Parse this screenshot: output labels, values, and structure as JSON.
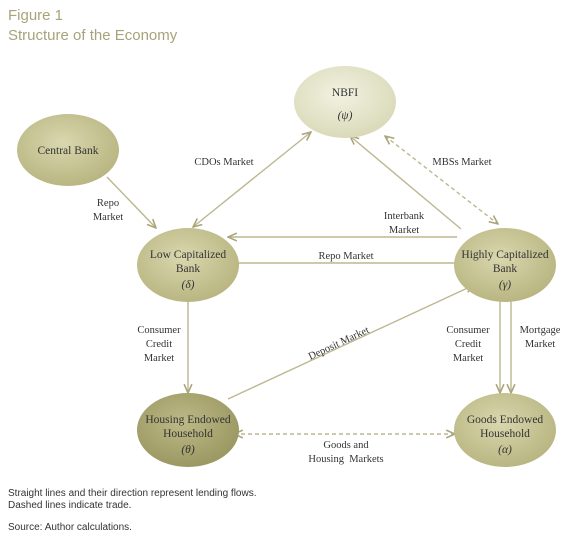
{
  "figure": {
    "label": "Figure 1",
    "title": "Structure of the Economy"
  },
  "nodes": {
    "nbfi": {
      "line1": "NBFI",
      "symbol": "(ψ)"
    },
    "central_bank": {
      "line1": "Central Bank"
    },
    "low_bank": {
      "line1": "Low Capitalized",
      "line2": "Bank",
      "symbol": "(δ)"
    },
    "high_bank": {
      "line1": "Highly Capitalized",
      "line2": "Bank",
      "symbol": "(γ)"
    },
    "housing_household": {
      "line1": "Housing Endowed",
      "line2": "Household",
      "symbol": "(θ)"
    },
    "goods_household": {
      "line1": "Goods Endowed",
      "line2": "Household",
      "symbol": "(α)"
    }
  },
  "edges": {
    "cdos": "CDOs Market",
    "mbss": "MBSs Market",
    "repo_cb": [
      "Repo",
      "Market"
    ],
    "interbank": [
      "Interbank",
      "Market"
    ],
    "repo_banks": "Repo Market",
    "consumer_low": [
      "Consumer",
      "Credit",
      "Market"
    ],
    "deposit": "Deposit Market",
    "consumer_high": [
      "Consumer",
      "Credit",
      "Market"
    ],
    "mortgage": [
      "Mortgage",
      "Market"
    ],
    "goods_housing": [
      "Goods and",
      "Housing  Markets"
    ]
  },
  "notes": {
    "line1": "Straight lines and their direction represent lending flows.",
    "line2": "Dashed lines indicate trade.",
    "source": "Source: Author calculations."
  },
  "colors": {
    "title": "#a8a37a",
    "line": "#b9b48c",
    "node_light": "#dfdfbf",
    "node_mid": "#c2bf8a",
    "node_dark": "#a3a06a"
  }
}
